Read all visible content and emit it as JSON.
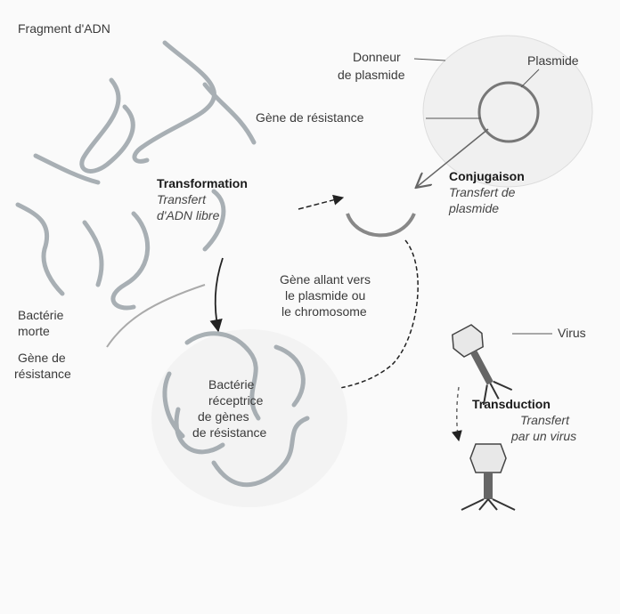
{
  "labels": {
    "fragment_adn": "Fragment d'ADN",
    "donneur": "Donneur",
    "de_plasmide": "de plasmide",
    "plasmide": "Plasmide",
    "gene_resistance_top": "Gène de résistance",
    "transformation": "Transformation",
    "transfert": "Transfert",
    "adn_libre": "d'ADN libre",
    "conjugaison": "Conjugaison",
    "transfert_de": "Transfert de",
    "plasmide_it": "plasmide",
    "gene_allant_1": "Gène allant vers",
    "gene_allant_2": "le plasmide ou",
    "gene_allant_3": "le chromosome",
    "bacterie_morte_1": "Bactérie",
    "bacterie_morte_2": "morte",
    "gene_de_left_1": "Gène de",
    "gene_de_left_2": "résistance",
    "virus": "Virus",
    "transduction": "Transduction",
    "transfert_virus_1": "Transfert",
    "transfert_virus_2": "par un virus",
    "recept_1": "Bactérie",
    "recept_2": "réceptrice",
    "recept_3": "de gènes",
    "recept_4": "de résistance"
  }
}
